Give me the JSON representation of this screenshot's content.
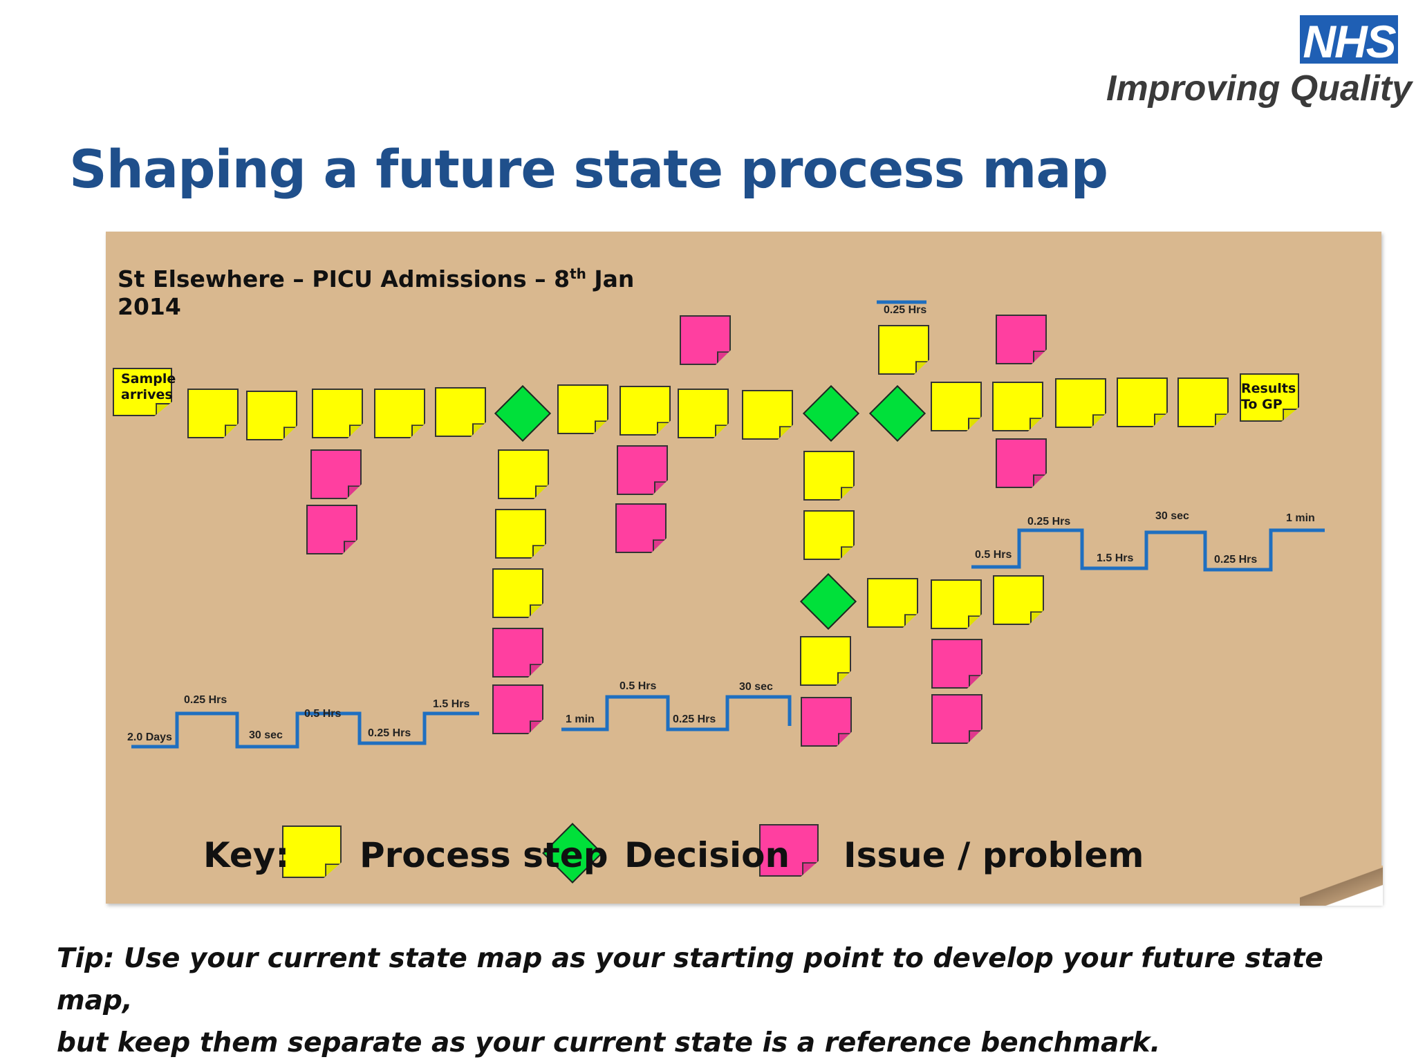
{
  "header": {
    "logo_text": "NHS",
    "tagline": "Improving Quality",
    "title": "Shaping a future state process map"
  },
  "map": {
    "title_line1_pre": "St Elsewhere – PICU Admissions – 8",
    "title_sup": "th",
    "title_line1_post": " Jan",
    "title_line2": "2014",
    "start_note_line1": "Sample",
    "start_note_line2": "arrives",
    "end_note_line1": "Results",
    "end_note_line2": "To GP"
  },
  "timeline_labels": {
    "t1": "2.0 Days",
    "t2": "0.25 Hrs",
    "t3": "30 sec",
    "t4": "0.5 Hrs",
    "t5": "0.25 Hrs",
    "t6": "1.5 Hrs",
    "t7": "1 min",
    "t8": "0.5 Hrs",
    "t9": "0.25 Hrs",
    "t10": "30 sec",
    "t11": "0.25 Hrs",
    "t12": "0.5 Hrs",
    "t13": "0.25 Hrs",
    "t14": "1.5 Hrs",
    "t15": "30 sec",
    "t16": "0.25 Hrs",
    "t17": "1 min"
  },
  "key": {
    "label": "Key:",
    "process": "Process step",
    "decision": "Decision",
    "issue": "Issue / problem"
  },
  "legend_colors": {
    "process": "#ffff00",
    "decision": "#00e03a",
    "issue": "#ff3fa0",
    "timeline": "#1f6fc0"
  },
  "tip": {
    "line1": "Tip: Use your current state map as your starting point to develop your future state map,",
    "line2": "but keep them separate as your current state is a reference benchmark."
  }
}
